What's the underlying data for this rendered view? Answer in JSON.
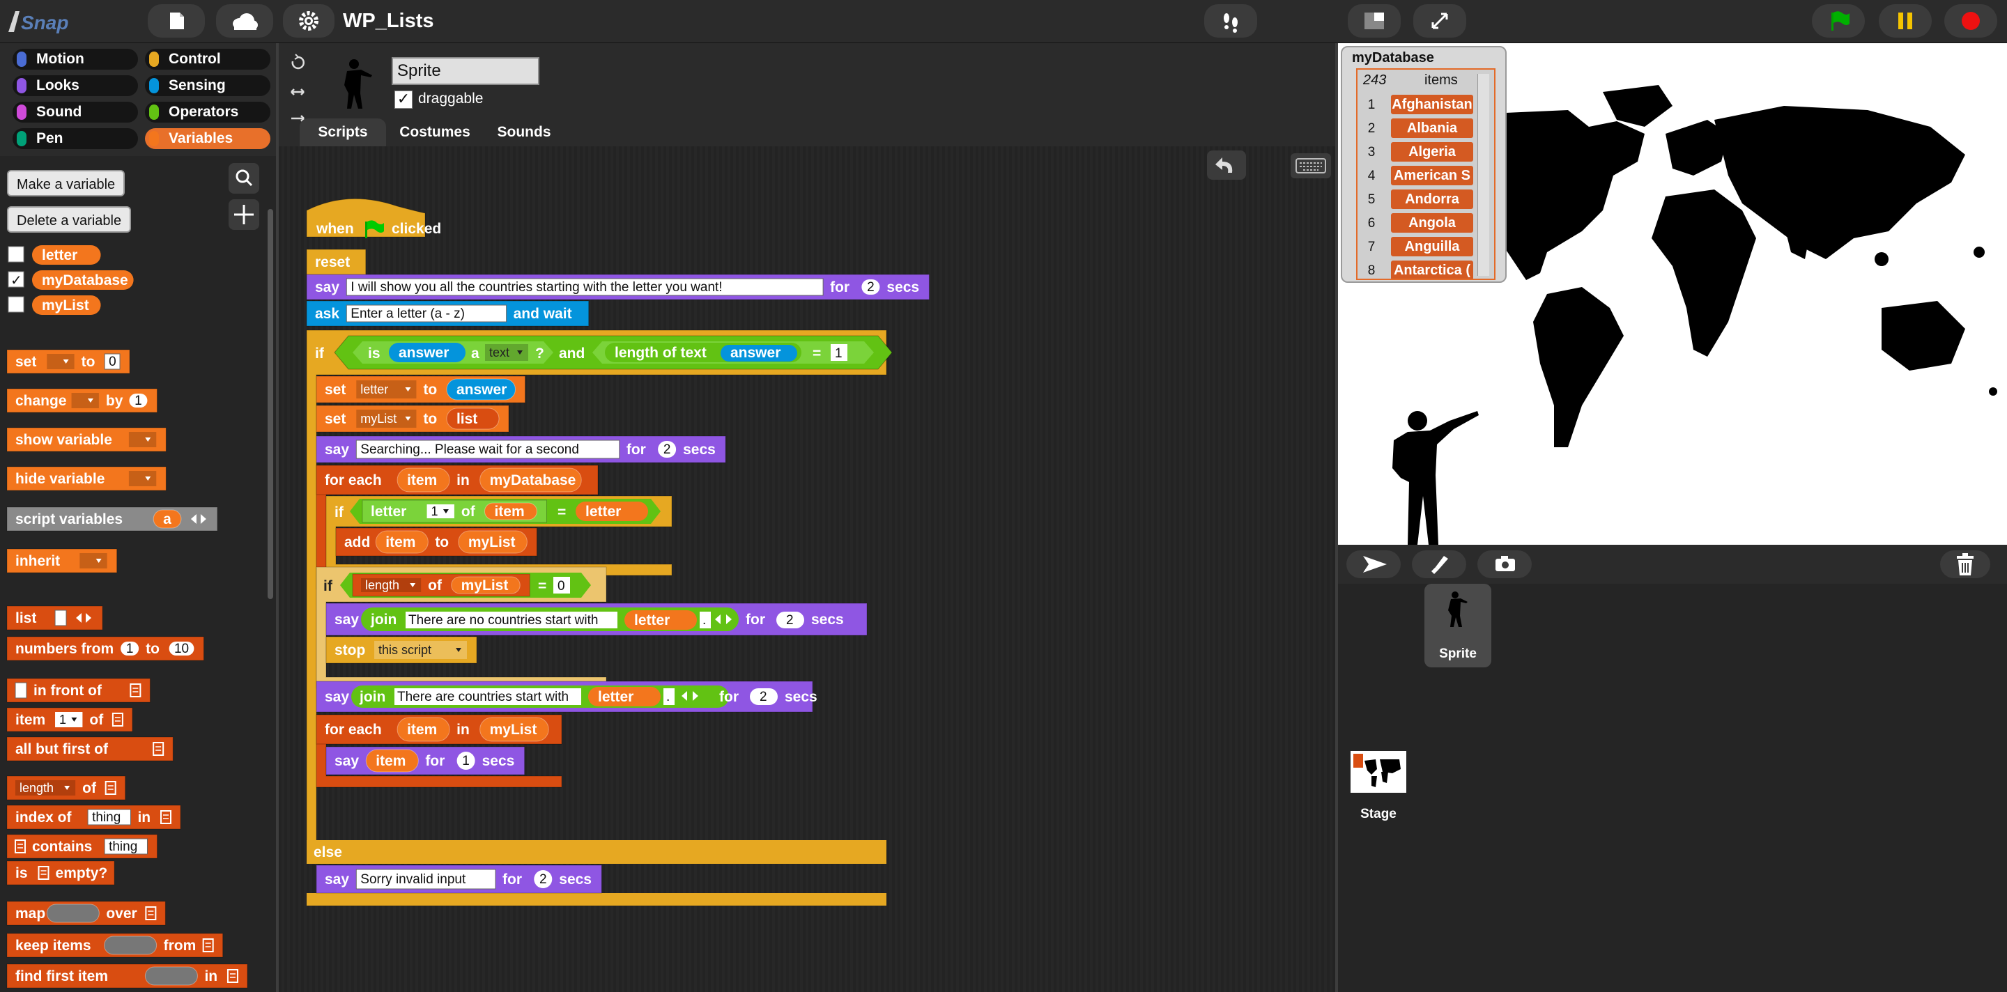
{
  "app": {
    "logo_text": "Snap!",
    "project_title": "WP_Lists"
  },
  "categories": [
    {
      "label": "Motion",
      "color": "#4a6cd4"
    },
    {
      "label": "Looks",
      "color": "#8f56e3"
    },
    {
      "label": "Sound",
      "color": "#cf4ad9"
    },
    {
      "label": "Pen",
      "color": "#00a178"
    },
    {
      "label": "Control",
      "color": "#e6a822"
    },
    {
      "label": "Sensing",
      "color": "#0494dc"
    },
    {
      "label": "Operators",
      "color": "#62c213"
    },
    {
      "label": "Variables",
      "color": "#f3761d"
    }
  ],
  "selected_category": "Variables",
  "palette": {
    "make_variable": "Make a variable",
    "delete_variable": "Delete a variable",
    "vars": [
      {
        "name": "letter",
        "checked": false
      },
      {
        "name": "myDatabase",
        "checked": true
      },
      {
        "name": "myList",
        "checked": false
      }
    ],
    "blocks": {
      "set": "set",
      "to": "to",
      "set_value": "0",
      "change": "change",
      "by": "by",
      "change_value": "1",
      "show_variable": "show variable",
      "hide_variable": "hide variable",
      "script_variables": "script variables",
      "script_var_a": "a",
      "inherit": "inherit",
      "list": "list",
      "numbers_from": "numbers from",
      "nf_1": "1",
      "nf_to": "to",
      "nf_10": "10",
      "in_front_of": "in front of",
      "item": "item",
      "item_of": "of",
      "item_value": "1",
      "all_but_first_of": "all but first of",
      "length": "length",
      "length_of": "of",
      "index_of": "index of",
      "thing": "thing",
      "index_in": "in",
      "contains": "contains",
      "is_empty": "is",
      "empty": "empty?",
      "map": "map",
      "over": "over",
      "keep_items": "keep items",
      "from": "from",
      "find_first_item": "find first item",
      "find_in": "in"
    }
  },
  "sprite": {
    "name": "Sprite",
    "draggable_label": "draggable",
    "draggable": true
  },
  "tabs": [
    "Scripts",
    "Costumes",
    "Sounds"
  ],
  "selected_tab": "Scripts",
  "script": {
    "when": "when",
    "clicked": "clicked",
    "reset": "reset",
    "say": "say",
    "for": "for",
    "secs": "secs",
    "msg_intro": "I will show you all the countries starting with the letter you want!",
    "secs_2": "2",
    "ask": "ask",
    "ask_prompt": "Enter a letter (a - z)",
    "and_wait": "and wait",
    "if": "if",
    "is": "is",
    "answer": "answer",
    "a": "a",
    "text": "text",
    "qmark": "?",
    "and": "and",
    "length_of_text": "length of text",
    "eq": "=",
    "one": "1",
    "set": "set",
    "to": "to",
    "letter": "letter",
    "myList": "myList",
    "list": "list",
    "msg_searching": "Searching... Please wait for a second",
    "for_each": "for each",
    "item": "item",
    "in": "in",
    "myDatabase": "myDatabase",
    "of": "of",
    "letter_idx": "1",
    "add": "add",
    "length": "length",
    "zero": "0",
    "join": "join",
    "msg_none": "There are no countries start with ",
    "dot": ".",
    "stop": "stop",
    "this_script": "this script",
    "msg_some": "There are countries start with ",
    "secs_1": "1",
    "else": "else",
    "msg_invalid": "Sorry invalid input"
  },
  "watcher": {
    "title": "myDatabase",
    "count": "243",
    "items_label": "items",
    "items": [
      {
        "index": "1",
        "value": "Afghanistan"
      },
      {
        "index": "2",
        "value": "Albania"
      },
      {
        "index": "3",
        "value": "Algeria"
      },
      {
        "index": "4",
        "value": "American S"
      },
      {
        "index": "5",
        "value": "Andorra"
      },
      {
        "index": "6",
        "value": "Angola"
      },
      {
        "index": "7",
        "value": "Anguilla"
      },
      {
        "index": "8",
        "value": "Antarctica ("
      }
    ]
  },
  "corral": {
    "sprite_label": "Sprite",
    "stage_label": "Stage"
  },
  "colors": {
    "variables": "#f3761d",
    "control": "#e6a822",
    "looks": "#8f56e3",
    "sensing": "#0494dc",
    "operators": "#62c213",
    "lists": "#d94d11"
  }
}
